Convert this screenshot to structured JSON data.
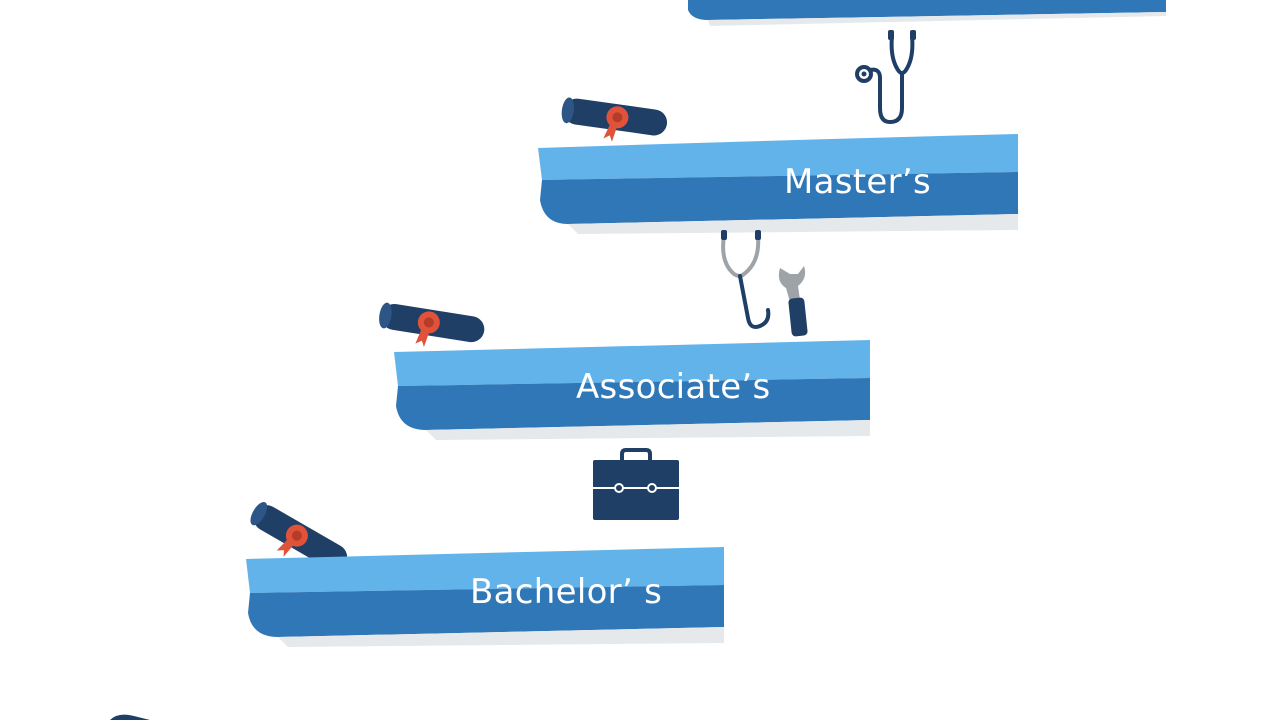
{
  "steps": [
    {
      "label": "Bachelor’ s"
    },
    {
      "label": "Associate’s"
    },
    {
      "label": "Master’s"
    },
    {
      "label": ""
    }
  ],
  "icons": {
    "diploma": "diploma-scroll-icon",
    "briefcase": "briefcase-icon",
    "stethoscope": "stethoscope-icon",
    "wrench": "wrench-icon"
  },
  "colors": {
    "step_top": "#63b3eb",
    "step_front": "#2f77b6",
    "step_shadow": "#e6e9ec",
    "diploma": "#1f3f66",
    "seal": "#e0533a",
    "icon_dark": "#1f3f66",
    "wrench": "#9ea3a8"
  }
}
